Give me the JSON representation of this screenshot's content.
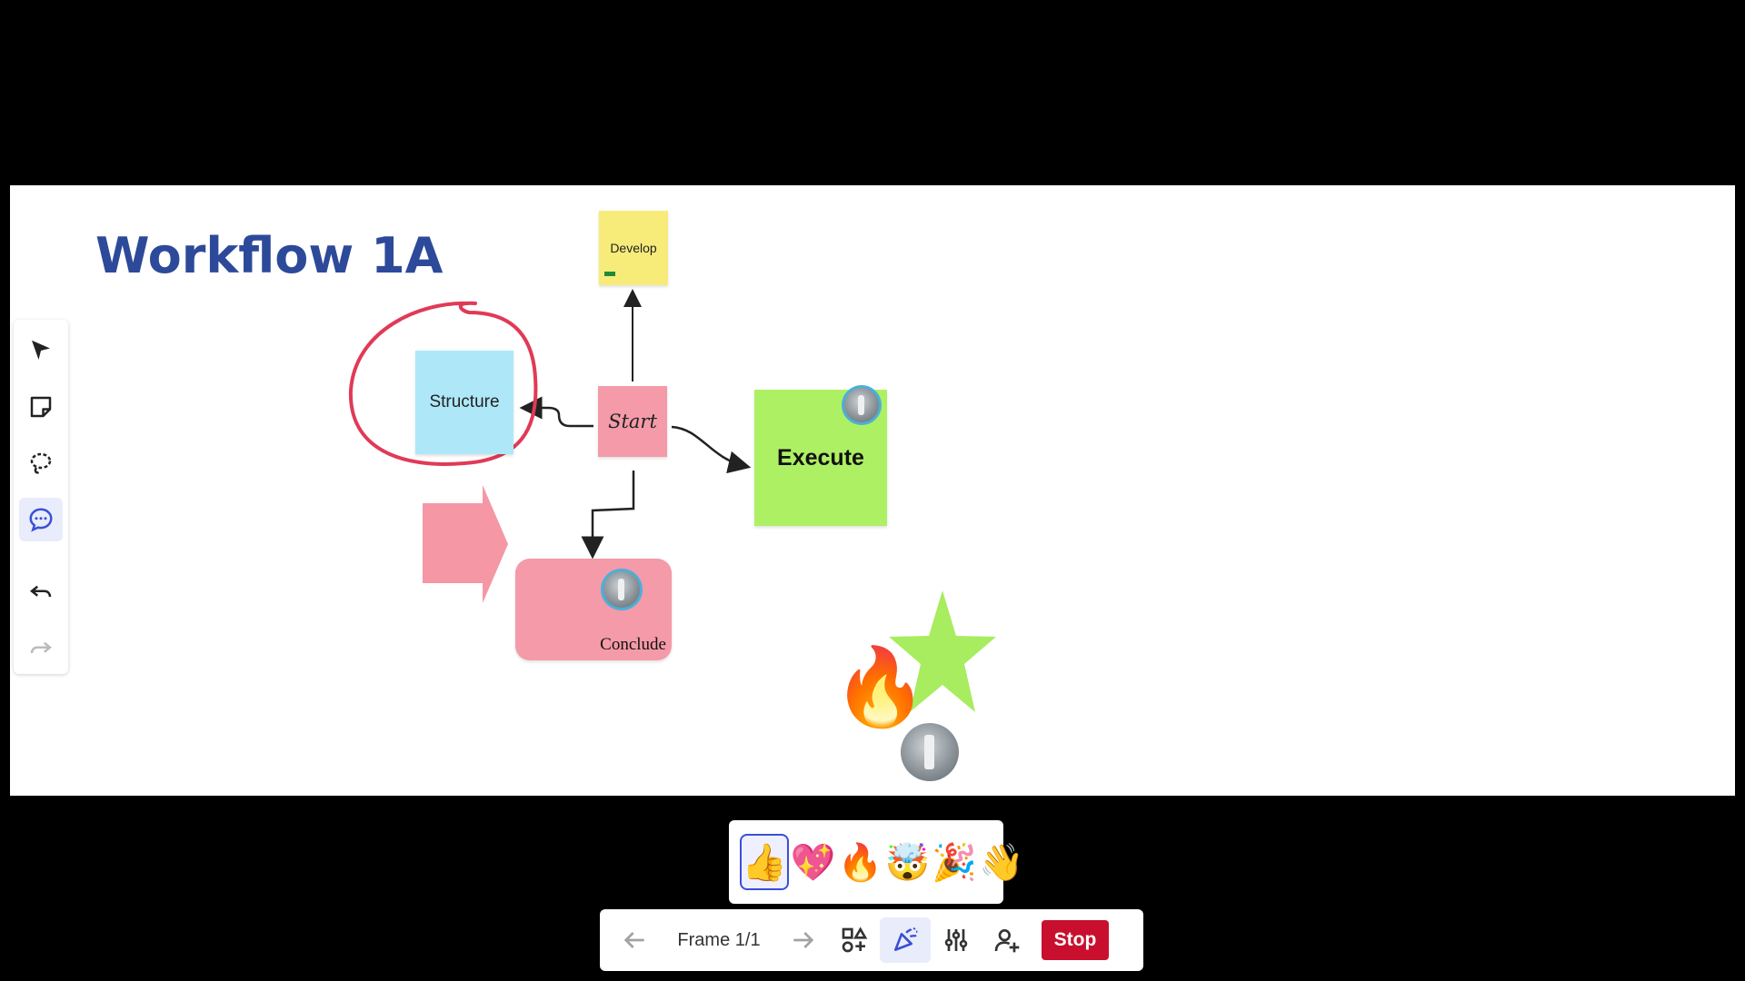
{
  "board": {
    "title": "Workflow 1A",
    "notes": {
      "develop": "Develop",
      "structure": "Structure",
      "start": "Start",
      "execute": "Execute",
      "conclude": "Conclude"
    }
  },
  "left_toolbar": {
    "tools": [
      {
        "icon": "select-arrow-icon",
        "active": false
      },
      {
        "icon": "sticky-note-icon",
        "active": false
      },
      {
        "icon": "lasso-icon",
        "active": false
      },
      {
        "icon": "comment-icon",
        "active": true
      },
      {
        "icon": "undo-icon",
        "active": false
      },
      {
        "icon": "redo-icon",
        "active": false
      }
    ]
  },
  "reactions": {
    "items": [
      {
        "icon": "thumbs-up-icon",
        "glyph": "👍",
        "selected": true
      },
      {
        "icon": "heart-icon",
        "glyph": "💖",
        "selected": false
      },
      {
        "icon": "fire-icon",
        "glyph": "🔥",
        "selected": false
      },
      {
        "icon": "mind-blown-icon",
        "glyph": "🤯",
        "selected": false
      },
      {
        "icon": "party-popper-icon",
        "glyph": "🎉",
        "selected": false
      },
      {
        "icon": "wave-hand-icon",
        "glyph": "👋",
        "selected": false
      }
    ]
  },
  "bottom_bar": {
    "frame_label": "Frame 1/1",
    "stop_label": "Stop"
  },
  "colors": {
    "title": "#2d4a9a",
    "stop": "#c8102e",
    "highlight_circle": "#e03a57",
    "accent": "#3a4fd6"
  }
}
